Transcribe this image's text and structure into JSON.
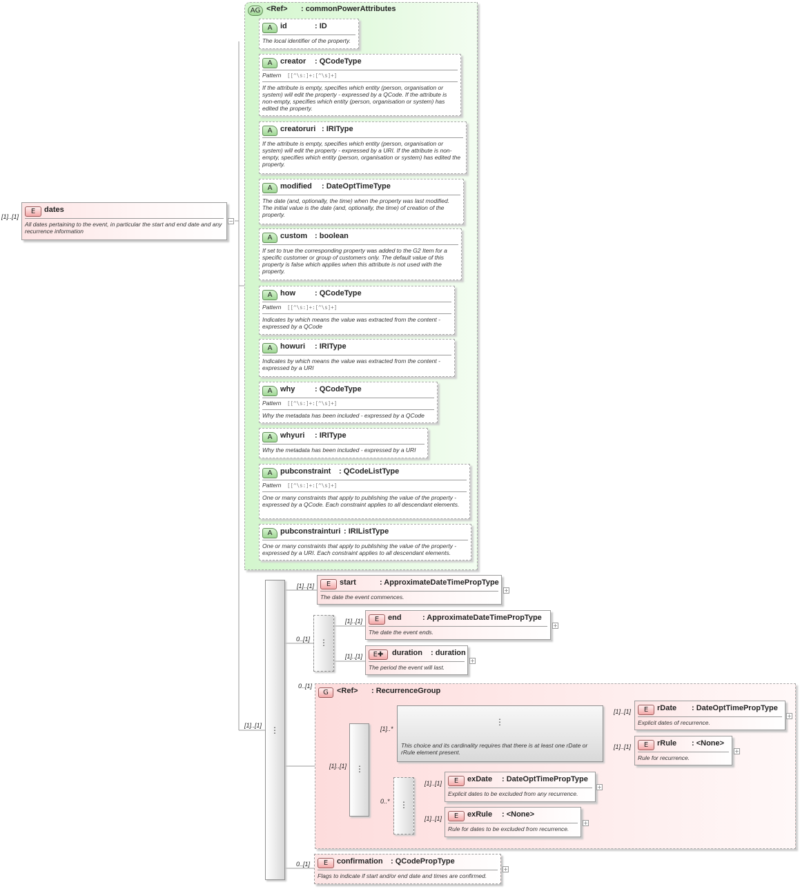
{
  "root": {
    "cardinality": "[1]..[1]",
    "badge": "E",
    "name": "dates",
    "doc": "All dates pertaining to the event, in particular the start and end date and any recurrence information"
  },
  "attribute_group": {
    "badge": "AG",
    "name": "<Ref>",
    "type": ": commonPowerAttributes"
  },
  "attributes": [
    {
      "badge": "A",
      "name": "id",
      "type": ": ID",
      "pattern_label": "",
      "pattern": "",
      "doc": "The local identifier of the property."
    },
    {
      "badge": "A",
      "name": "creator",
      "type": ": QCodeType",
      "pattern_label": "Pattern",
      "pattern": "[[^\\s:]+:[^\\s]+]",
      "doc": "If the attribute is empty, specifies which entity (person, organisation or system) will edit the property - expressed by a QCode. If the attribute is non-empty, specifies which entity (person, organisation or system) has edited the property."
    },
    {
      "badge": "A",
      "name": "creatoruri",
      "type": ": IRIType",
      "pattern_label": "",
      "pattern": "",
      "doc": "If the attribute is empty, specifies which entity (person, organisation or system) will edit the property - expressed by a URI. If the attribute is non-empty, specifies which entity (person, organisation or system) has edited the property."
    },
    {
      "badge": "A",
      "name": "modified",
      "type": ": DateOptTimeType",
      "pattern_label": "",
      "pattern": "",
      "doc": "The date (and, optionally, the time) when the property was last modified. The initial value is the date (and, optionally, the time) of creation of the property."
    },
    {
      "badge": "A",
      "name": "custom",
      "type": ": boolean",
      "pattern_label": "",
      "pattern": "",
      "doc": "If set to true the corresponding property was added to the G2 Item for a specific customer or group of customers only. The default value of this property is false which applies when this attribute is not used with the property."
    },
    {
      "badge": "A",
      "name": "how",
      "type": ": QCodeType",
      "pattern_label": "Pattern",
      "pattern": "[[^\\s:]+:[^\\s]+]",
      "doc": "Indicates by which means the value was extracted from the content - expressed by a QCode"
    },
    {
      "badge": "A",
      "name": "howuri",
      "type": ": IRIType",
      "pattern_label": "",
      "pattern": "",
      "doc": "Indicates by which means the value was extracted from the content - expressed by a URI"
    },
    {
      "badge": "A",
      "name": "why",
      "type": ": QCodeType",
      "pattern_label": "Pattern",
      "pattern": "[[^\\s:]+:[^\\s]+]",
      "doc": "Why the metadata has been included - expressed by a QCode"
    },
    {
      "badge": "A",
      "name": "whyuri",
      "type": ": IRIType",
      "pattern_label": "",
      "pattern": "",
      "doc": "Why the metadata has been included - expressed by a URI"
    },
    {
      "badge": "A",
      "name": "pubconstraint",
      "type": ": QCodeListType",
      "pattern_label": "Pattern",
      "pattern": "[[^\\s:]+:[^\\s]+]",
      "doc": "One or many constraints that apply to publishing the value of the property - expressed by a QCode. Each constraint applies to all descendant elements."
    },
    {
      "badge": "A",
      "name": "pubconstrainturi",
      "type": ": IRIListType",
      "pattern_label": "",
      "pattern": "",
      "doc": "One or many constraints that apply to publishing the value of the property - expressed by a URI. Each constraint applies to all descendant elements."
    }
  ],
  "sequence_cardinality": "[1]..[1]",
  "elements": {
    "start": {
      "card": "[1]..[1]",
      "badge": "E",
      "name": "start",
      "type": ": ApproximateDateTimePropType",
      "doc": "The date the event commences."
    },
    "end_seq_card": "0..[1]",
    "end": {
      "card": "[1]..[1]",
      "badge": "E",
      "name": "end",
      "type": ": ApproximateDateTimePropType",
      "doc": "The date the event ends."
    },
    "duration": {
      "card": "[1]..[1]",
      "badge": "E✚",
      "name": "duration",
      "type": ": duration",
      "doc": "The period the event will last."
    },
    "confirmation": {
      "card": "0..[1]",
      "badge": "E",
      "name": "confirmation",
      "type": ": QCodePropType",
      "doc": "Flags to indicate if start and/or end date and times are confirmed."
    }
  },
  "recurrence_group": {
    "card": "0..[1]",
    "badge": "G",
    "name": "<Ref>",
    "type": ": RecurrenceGroup",
    "seq_card": "[1]..[1]",
    "choice_card": "[1]..*",
    "choice_doc": "This choice and its cardinality requires that there is at least one rDate or rRule element present.",
    "ex_seq_card": "0..*",
    "rDate": {
      "card": "[1]..[1]",
      "badge": "E",
      "name": "rDate",
      "type": ": DateOptTimePropType",
      "doc": "Explicit dates of recurrence."
    },
    "rRule": {
      "card": "[1]..[1]",
      "badge": "E",
      "name": "rRule",
      "type": ": <None>",
      "doc": "Rule for recurrence."
    },
    "exDate": {
      "card": "[1]..[1]",
      "badge": "E",
      "name": "exDate",
      "type": ": DateOptTimePropType",
      "doc": "Explicit dates to be excluded from any recurrence."
    },
    "exRule": {
      "card": "[1]..[1]",
      "badge": "E",
      "name": "exRule",
      "type": ": <None>",
      "doc": "Rule for dates to be excluded from recurrence."
    }
  },
  "icons": {
    "expand": "+",
    "collapse": "−",
    "sequence": "sequence-icon",
    "choice": "choice-icon"
  }
}
